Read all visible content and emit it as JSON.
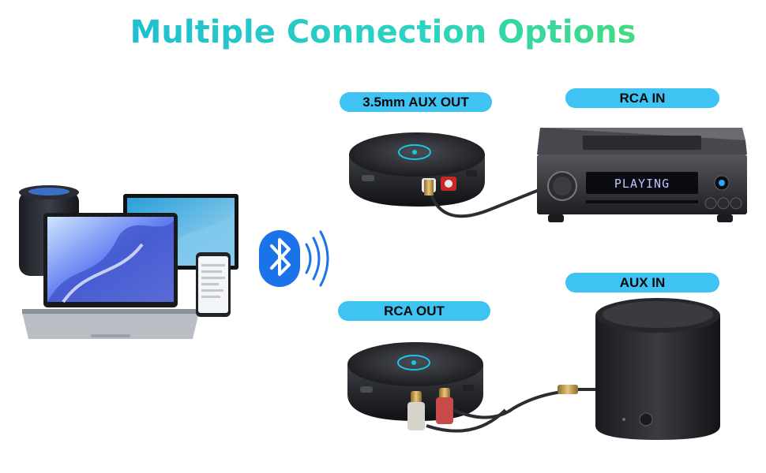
{
  "title": "Multiple Connection Options",
  "labels": {
    "aux_out": "3.5mm AUX OUT",
    "rca_in": "RCA IN",
    "rca_out": "RCA OUT",
    "aux_in": "AUX IN"
  },
  "receiver_display": "PLAYING",
  "colors": {
    "title_gradient_start": "#1bb6d8",
    "title_gradient_end": "#4fe05a",
    "label_pill": "#3ec3f2",
    "bluetooth_blue": "#1a73e8"
  }
}
